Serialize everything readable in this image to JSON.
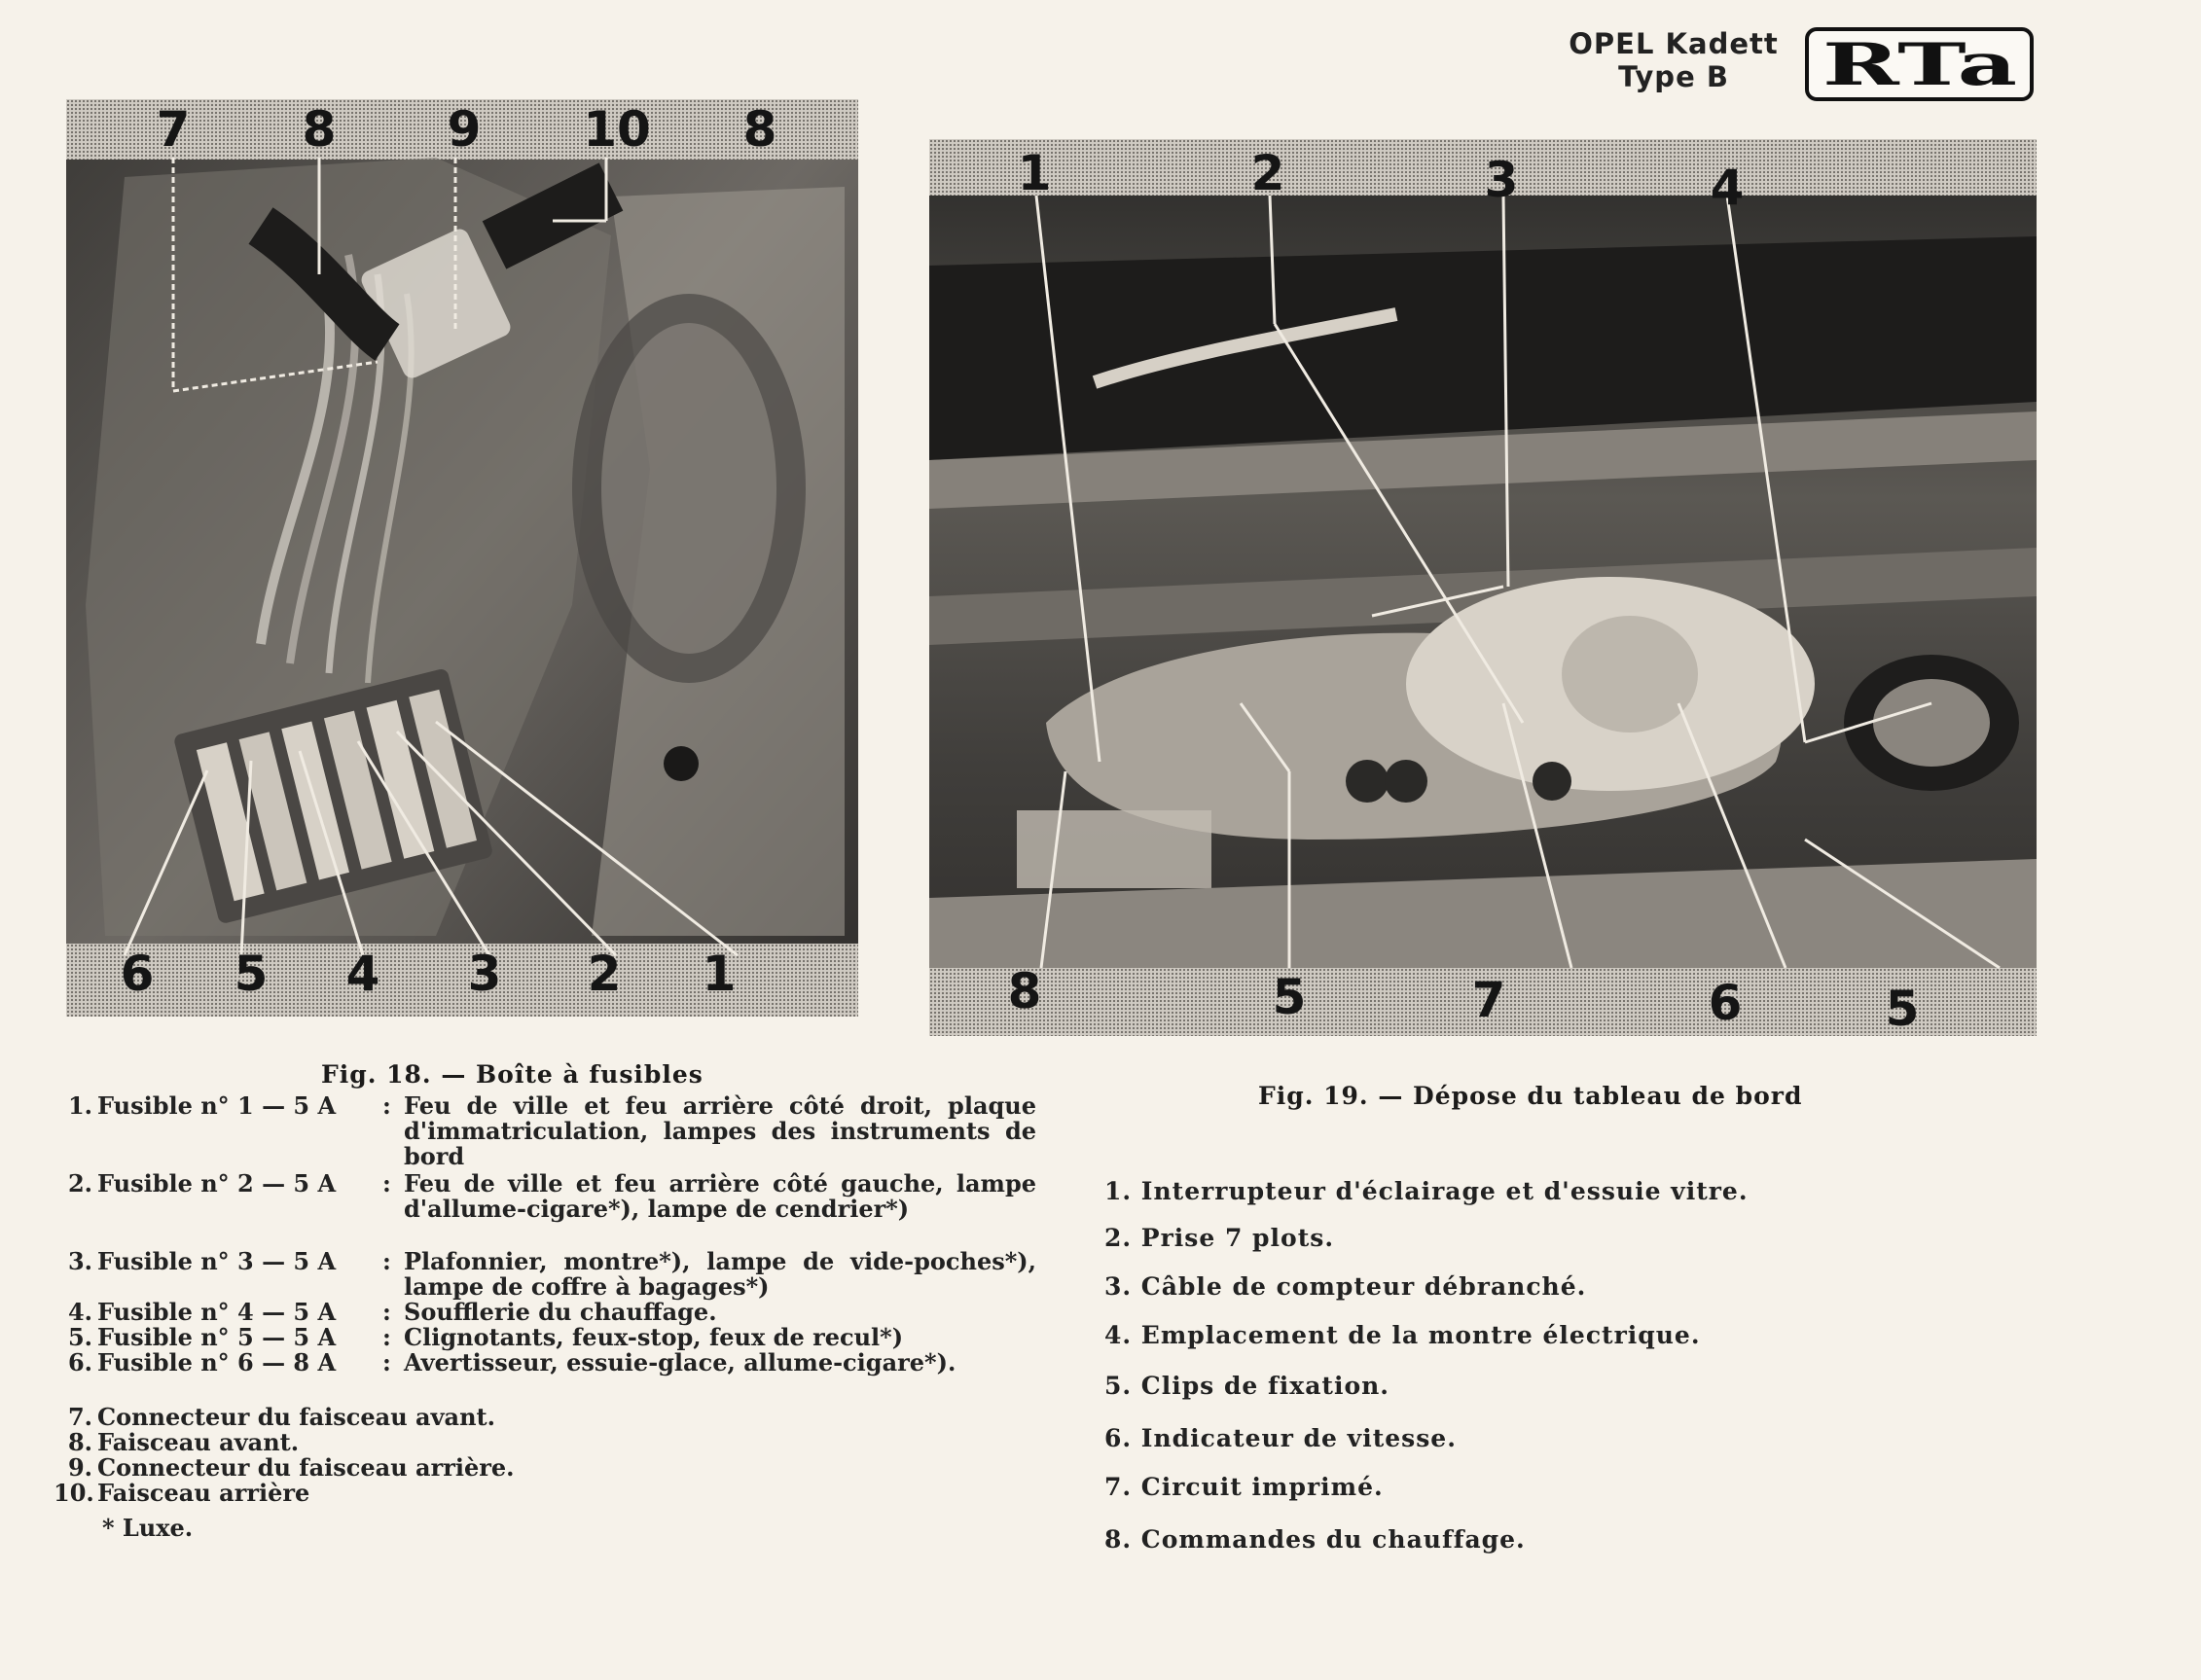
{
  "header": {
    "model_line1": "OPEL Kadett",
    "model_line2": "Type B",
    "logo_text": "RTa"
  },
  "fig18": {
    "callouts_top": [
      "7",
      "8",
      "9",
      "10",
      "8"
    ],
    "callouts_bottom": [
      "6",
      "5",
      "4",
      "3",
      "2",
      "1"
    ],
    "title": "Fig. 18. — Boîte à fusibles",
    "legend": [
      {
        "num": "1.",
        "label": "Fusible n° 1 — 5 A",
        "text": "Feu de ville et feu arrière côté droit, plaque d'immatriculation, lampes des instruments de bord"
      },
      {
        "num": "2.",
        "label": "Fusible n° 2 — 5 A",
        "text": "Feu de ville et feu arrière côté gauche, lampe d'allume-cigare*), lampe de cendrier*)"
      },
      {
        "num": "3.",
        "label": "Fusible n° 3 — 5 A",
        "text": "Plafonnier, montre*), lampe de vide-poches*), lampe de coffre à bagages*)"
      },
      {
        "num": "4.",
        "label": "Fusible n° 4 — 5 A",
        "text": "Soufflerie du chauffage."
      },
      {
        "num": "5.",
        "label": "Fusible n° 5 — 5 A",
        "text": "Clignotants, feux-stop, feux de recul*)"
      },
      {
        "num": "6.",
        "label": "Fusible n° 6 — 8 A",
        "text": "Avertisseur, essuie-glace, allume-cigare*)."
      }
    ],
    "legend_extra": [
      {
        "num": "7.",
        "text": "Connecteur du faisceau avant."
      },
      {
        "num": "8.",
        "text": "Faisceau avant."
      },
      {
        "num": "9.",
        "text": "Connecteur du faisceau arrière."
      },
      {
        "num": "10.",
        "text": "Faisceau arrière"
      }
    ],
    "footnote": "* Luxe."
  },
  "fig19": {
    "callouts_top": [
      "1",
      "2",
      "3",
      "4"
    ],
    "callouts_bottom": [
      "8",
      "5",
      "7",
      "6",
      "5"
    ],
    "title": "Fig. 19. — Dépose du tableau de bord",
    "legend": [
      "1. Interrupteur d'éclairage et d'essuie vitre.",
      "2. Prise 7 plots.",
      "3. Câble de compteur débranché.",
      "4. Emplacement de la montre électrique.",
      "5. Clips de fixation.",
      "6. Indicateur de vitesse.",
      "7. Circuit imprimé.",
      "8. Commandes du chauffage."
    ]
  }
}
